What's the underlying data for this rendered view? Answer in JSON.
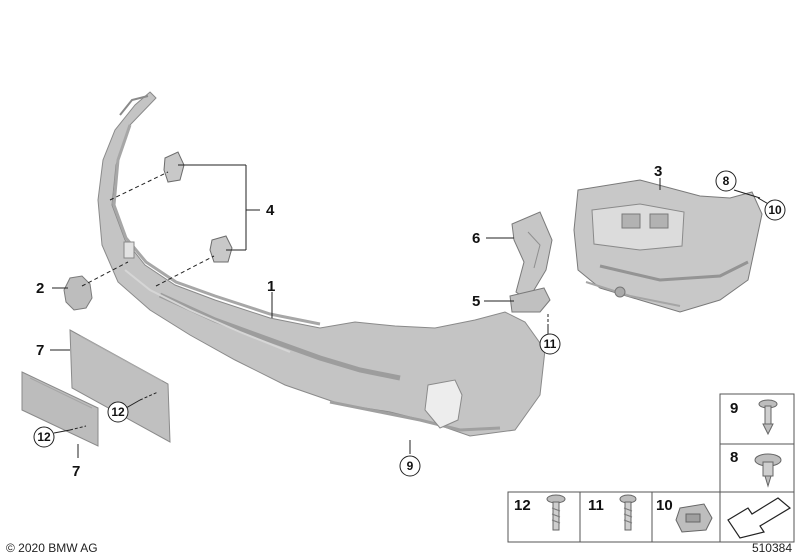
{
  "callouts": {
    "c1": "1",
    "c2": "2",
    "c3": "3",
    "c4": "4",
    "c5": "5",
    "c6": "6",
    "c7a": "7",
    "c7b": "7",
    "c8": "8",
    "c9": "9",
    "c10": "10",
    "c11": "11",
    "c12a": "12",
    "c12b": "12"
  },
  "legend": {
    "item9": "9",
    "item8": "8",
    "item12": "12",
    "item11": "11",
    "item10": "10"
  },
  "footer": {
    "copyright": "© 2020 BMW AG",
    "catalog_number": "510384"
  },
  "colors": {
    "part_fill": "#c4c4c4",
    "part_dark": "#9a9a9a",
    "line": "#222222",
    "legend_border": "#555555"
  }
}
